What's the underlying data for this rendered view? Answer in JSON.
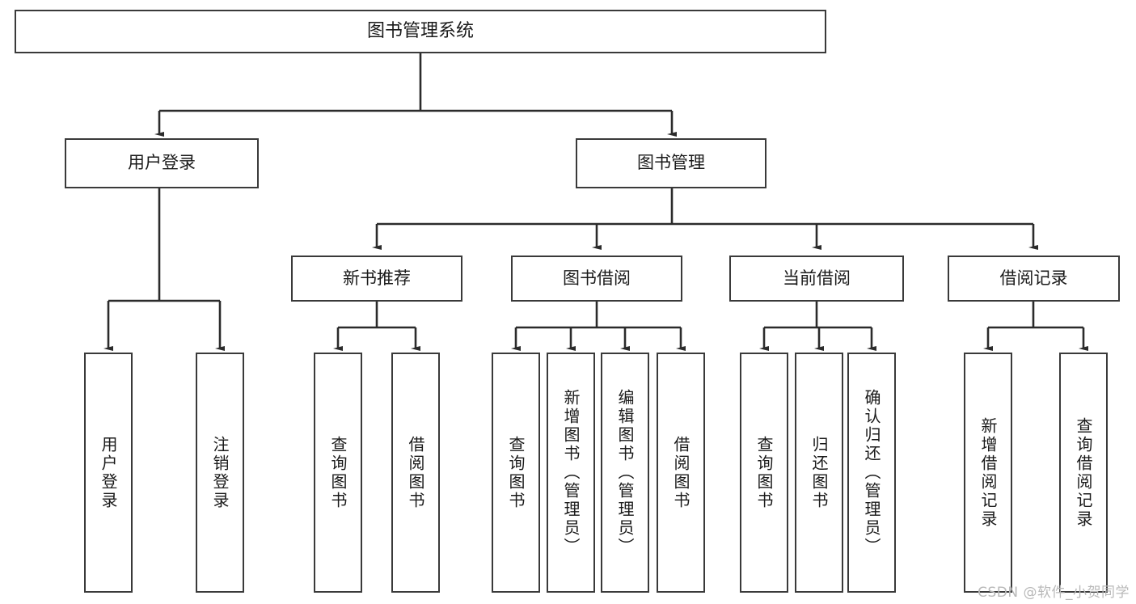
{
  "diagram": {
    "title": "图书管理系统",
    "type": "tree-hierarchy",
    "colors": {
      "box_border": "#3a3a3a",
      "box_fill": "#ffffff",
      "edge": "#2b2b2b",
      "text": "#1a1a1a",
      "watermark": "#b9b9b9",
      "background": "#ffffff"
    },
    "root": {
      "label": "图书管理系统"
    },
    "level2": [
      {
        "label": "用户登录"
      },
      {
        "label": "图书管理"
      }
    ],
    "level3": [
      {
        "label": "新书推荐"
      },
      {
        "label": "图书借阅"
      },
      {
        "label": "当前借阅"
      },
      {
        "label": "借阅记录"
      }
    ],
    "leaves": [
      {
        "label": "用户登录",
        "parent": "用户登录"
      },
      {
        "label": "注销登录",
        "parent": "用户登录"
      },
      {
        "label": "查询图书",
        "parent": "新书推荐"
      },
      {
        "label": "借阅图书",
        "parent": "新书推荐"
      },
      {
        "label": "查询图书",
        "parent": "图书借阅"
      },
      {
        "label": "新增图书（管理员）",
        "parent": "图书借阅"
      },
      {
        "label": "编辑图书（管理员）",
        "parent": "图书借阅"
      },
      {
        "label": "借阅图书",
        "parent": "图书借阅"
      },
      {
        "label": "查询图书",
        "parent": "当前借阅"
      },
      {
        "label": "归还图书",
        "parent": "当前借阅"
      },
      {
        "label": "确认归还（管理员）",
        "parent": "当前借阅"
      },
      {
        "label": "新增借阅记录",
        "parent": "借阅记录"
      },
      {
        "label": "查询借阅记录",
        "parent": "借阅记录"
      }
    ],
    "watermark": "CSDN @软件_小贺同学"
  }
}
